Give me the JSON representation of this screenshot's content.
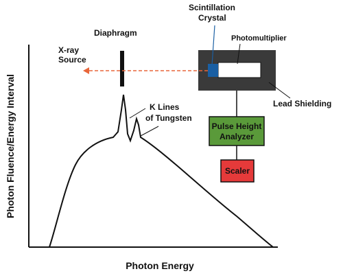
{
  "labels": {
    "xray_line1": "X-ray",
    "xray_line2": "Source",
    "diaphragm": "Diaphragm",
    "scint_line1": "Scintillation",
    "scint_line2": "Crystal",
    "photomultiplier": "Photomultiplier",
    "lead_shielding": "Lead Shielding",
    "pha_line1": "Pulse Height",
    "pha_line2": "Analyzer",
    "scaler": "Scaler",
    "klines_line1": "K Lines",
    "klines_line2": "of Tungsten",
    "x_axis": "Photon Energy",
    "y_axis": "Photon Fluence/Energy Interval"
  },
  "colors": {
    "xray": "#e8663a",
    "scintillation": "#1a5fa3",
    "pha_fill": "#5a9a3a",
    "scaler_fill": "#e53a3a",
    "shield_fill": "#3a3a3a",
    "ink": "#111111"
  }
}
